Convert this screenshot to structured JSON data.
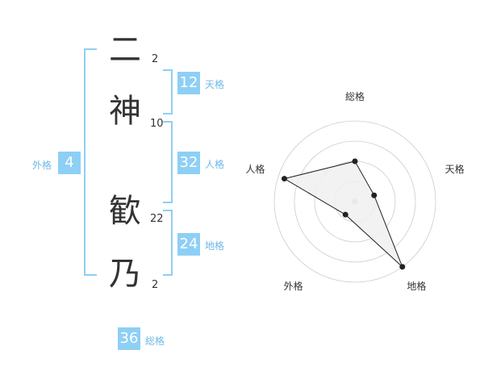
{
  "characters": [
    {
      "char": "二",
      "strokes": "2"
    },
    {
      "char": "神",
      "strokes": "10"
    },
    {
      "char": "歓",
      "strokes": "22"
    },
    {
      "char": "乃",
      "strokes": "2"
    }
  ],
  "fortunes": {
    "tenkaku": {
      "value": "12",
      "label": "天格"
    },
    "jinkaku": {
      "value": "32",
      "label": "人格"
    },
    "chikaku": {
      "value": "24",
      "label": "地格"
    },
    "gaikaku": {
      "value": "4",
      "label": "外格"
    },
    "soukaku": {
      "value": "36",
      "label": "総格"
    }
  },
  "chart_data": {
    "type": "radar",
    "axes": [
      "総格",
      "天格",
      "地格",
      "外格",
      "人格"
    ],
    "values": [
      0.5,
      0.25,
      1.0,
      0.2,
      0.92
    ],
    "range": [
      0,
      1
    ],
    "rings": 4,
    "colors": {
      "fill": "#f0f0f0",
      "line": "#222222",
      "grid": "#cccccc",
      "center": "#bbbbbb"
    }
  },
  "colors": {
    "accent": "#8ecff5",
    "label": "#6fb8e6"
  }
}
